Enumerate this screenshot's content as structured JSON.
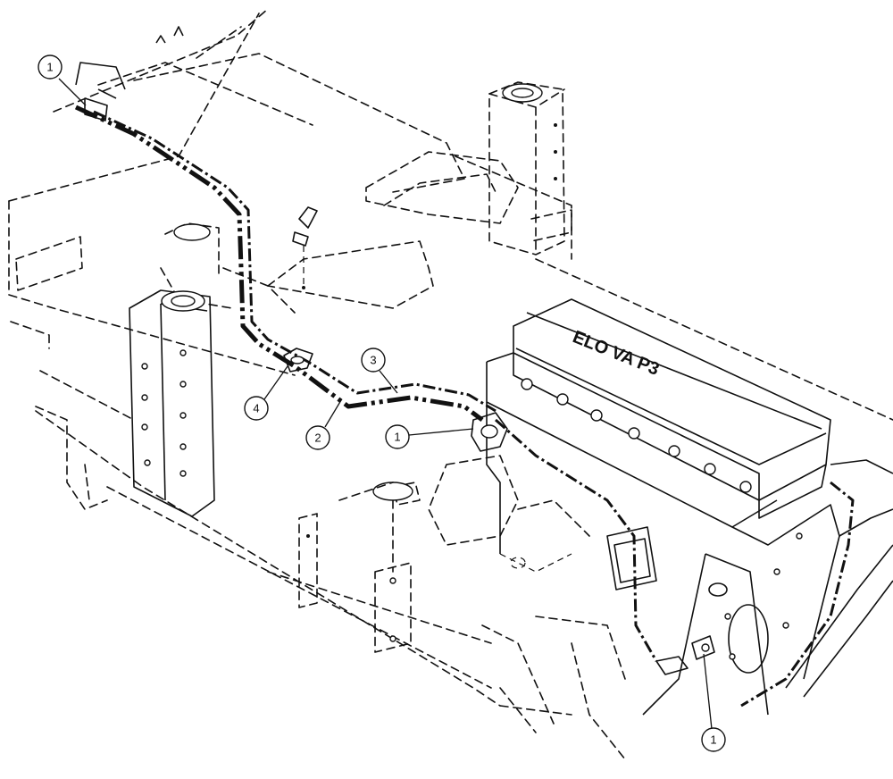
{
  "diagram": {
    "callouts": [
      {
        "id": "callout-1-top-left",
        "label": "1"
      },
      {
        "id": "callout-4",
        "label": "4"
      },
      {
        "id": "callout-2",
        "label": "2"
      },
      {
        "id": "callout-3",
        "label": "3"
      },
      {
        "id": "callout-1-center",
        "label": "1"
      },
      {
        "id": "callout-1-bottom",
        "label": "1"
      }
    ],
    "engine_cover_lettering": "ELO VA P3"
  }
}
